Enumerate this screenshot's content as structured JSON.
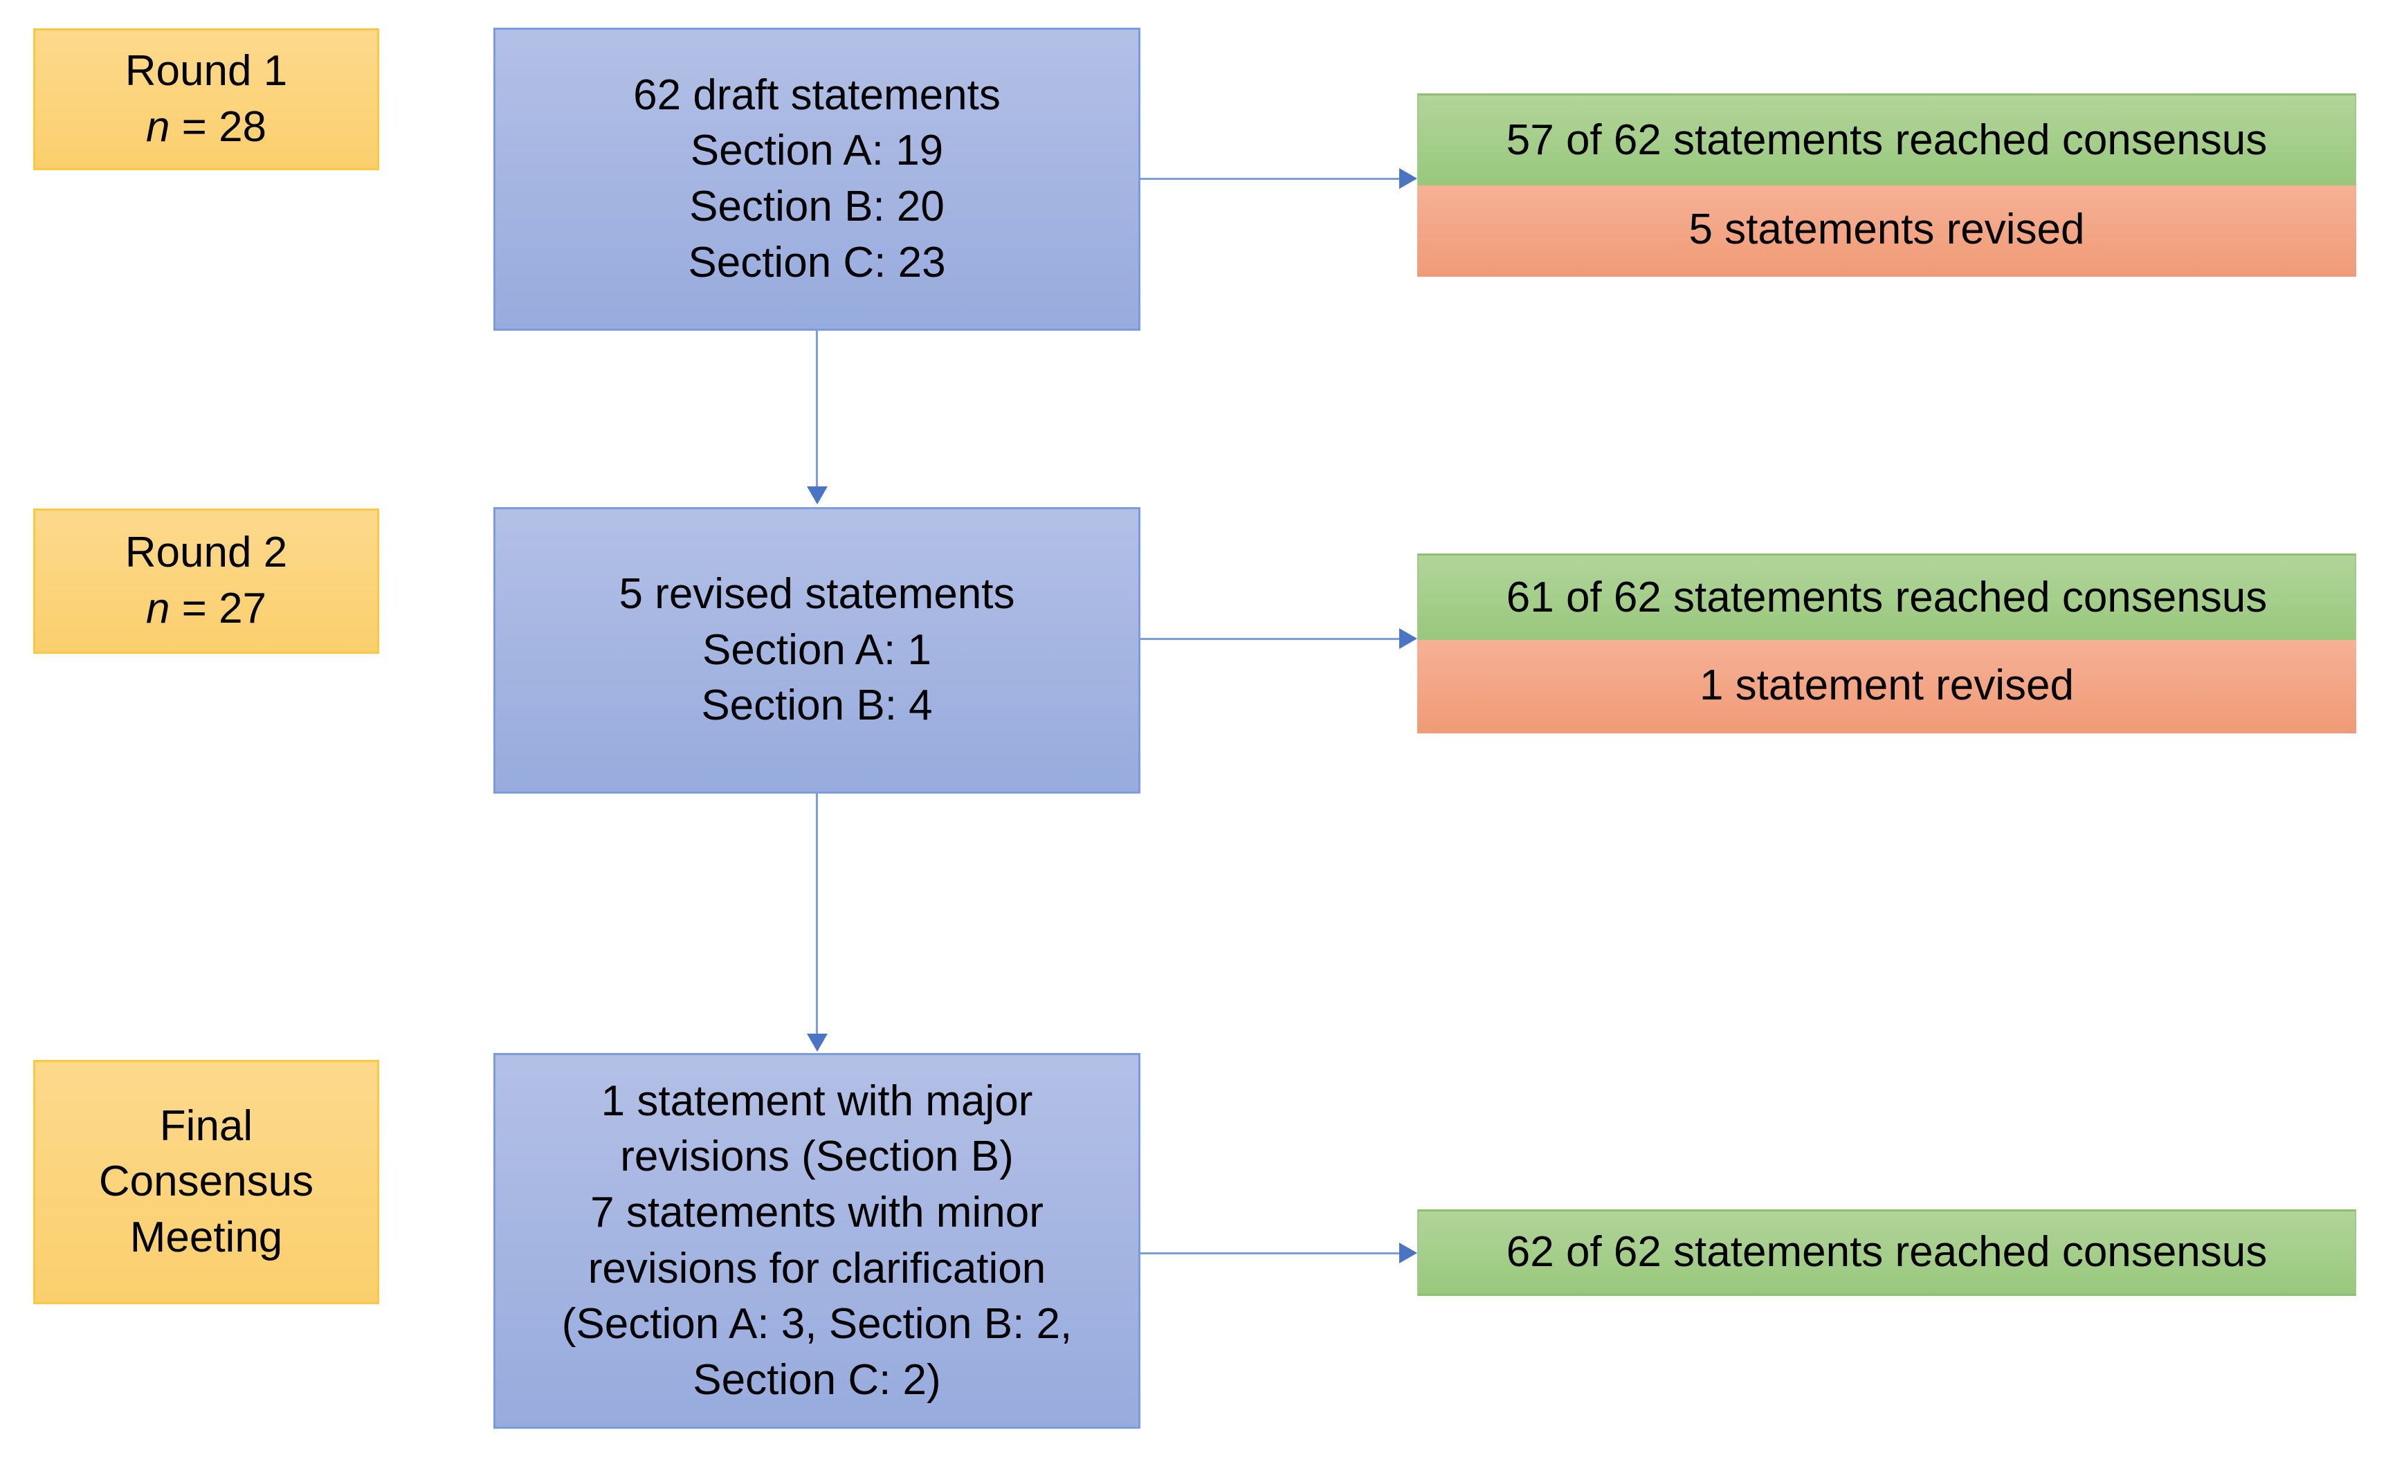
{
  "diagram": {
    "title": "Delphi consensus process flowchart",
    "colors": {
      "stage_fill": "#fbd277",
      "stage_border": "#fcc83f",
      "process_fill": "#a6b7e2",
      "process_border": "#7b9adf",
      "consensus_fill": "#a6ce8a",
      "revised_fill": "#f3a583",
      "connector": "#7ba0d9",
      "arrowhead": "#4a74c4"
    },
    "stages": [
      {
        "id": "round-1",
        "label_line1": "Round 1",
        "label_line2_prefix": "n",
        "label_line2_suffix": " = 28",
        "participants": 28
      },
      {
        "id": "round-2",
        "label_line1": "Round 2",
        "label_line2_prefix": "n",
        "label_line2_suffix": " = 27",
        "participants": 27
      },
      {
        "id": "final-consensus-meeting",
        "label_line1": "Final",
        "label_line2": "Consensus",
        "label_line3": "Meeting"
      }
    ],
    "process_boxes": [
      {
        "id": "draft-statements",
        "text": "62 draft statements\nSection A: 19\nSection B: 20\nSection C: 23",
        "total": 62,
        "breakdown": {
          "Section A": 19,
          "Section B": 20,
          "Section C": 23
        }
      },
      {
        "id": "revised-statements",
        "text": "5 revised statements\nSection A: 1\nSection B: 4",
        "total": 5,
        "breakdown": {
          "Section A": 1,
          "Section B": 4
        }
      },
      {
        "id": "final-meeting-revisions",
        "text": "1 statement with major revisions (Section B)\n7 statements with minor revisions for clarification (Section A: 3, Section B: 2, Section C: 2)",
        "major_revisions": 1,
        "minor_revisions": 7,
        "minor_breakdown": {
          "Section A": 3,
          "Section B": 2,
          "Section C": 2
        }
      }
    ],
    "outcomes": [
      {
        "id": "round-1-outcome",
        "consensus_text": "57 of 62 statements reached consensus",
        "revised_text": "5 statements revised",
        "consensus_count": 57,
        "total": 62,
        "revised_count": 5
      },
      {
        "id": "round-2-outcome",
        "consensus_text": "61 of 62 statements reached consensus",
        "revised_text": "1 statement revised",
        "consensus_count": 61,
        "total": 62,
        "revised_count": 1
      },
      {
        "id": "final-outcome",
        "consensus_text": "62 of 62 statements reached consensus",
        "consensus_count": 62,
        "total": 62
      }
    ]
  }
}
